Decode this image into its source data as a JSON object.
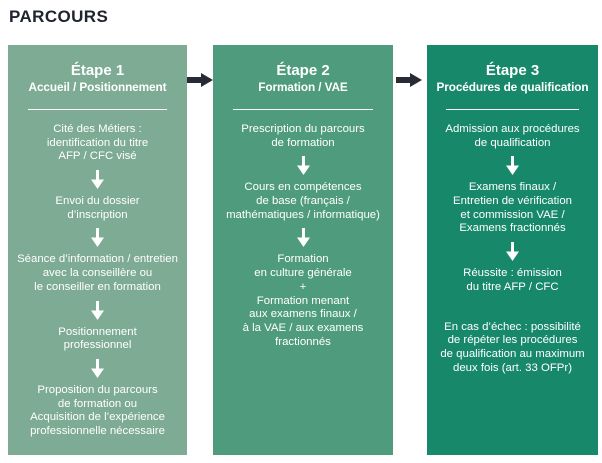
{
  "title": "PARCOURS",
  "colors": {
    "column1_bg": "#7dab93",
    "column2_bg": "#4f9b7e",
    "column3_bg": "#17896a",
    "title_text": "#20242e",
    "flow_arrow": "#262b35",
    "step_text": "#ffffff"
  },
  "icons": {
    "down_arrow": "↓",
    "flow_arrow": "→"
  },
  "columns": [
    {
      "id": "etape-1",
      "title": "Étape 1",
      "subtitle": "Accueil / Positionnement",
      "blocks": [
        {
          "type": "step",
          "text": "Cité des Métiers :\nidentification du titre\nAFP / CFC visé"
        },
        {
          "type": "arrow"
        },
        {
          "type": "step",
          "text": "Envoi du dossier\nd’inscription"
        },
        {
          "type": "arrow"
        },
        {
          "type": "step",
          "text": "Séance d’information / entretien\navec la conseillère ou\nle conseiller en formation"
        },
        {
          "type": "arrow"
        },
        {
          "type": "step",
          "text": "Positionnement\nprofessionnel"
        },
        {
          "type": "arrow"
        },
        {
          "type": "step",
          "text": "Proposition du parcours\nde formation ou\nAcquisition de l’expérience\nprofessionnelle nécessaire"
        }
      ]
    },
    {
      "id": "etape-2",
      "title": "Étape 2",
      "subtitle": "Formation / VAE",
      "blocks": [
        {
          "type": "step",
          "text": "Prescription du parcours\nde formation"
        },
        {
          "type": "arrow"
        },
        {
          "type": "step",
          "text": "Cours en compétences\nde base (français /\nmathématiques / informatique)"
        },
        {
          "type": "arrow"
        },
        {
          "type": "step",
          "text": "Formation\nen culture générale\n+\nFormation menant\naux examens finaux /\nà la VAE / aux examens\nfractionnés"
        }
      ]
    },
    {
      "id": "etape-3",
      "title": "Étape 3",
      "subtitle": "Procédures de qualification",
      "blocks": [
        {
          "type": "step",
          "text": "Admission aux procédures\nde qualification"
        },
        {
          "type": "arrow"
        },
        {
          "type": "step",
          "text": "Examens finaux /\nEntretien de vérification\net commission VAE /\nExamens fractionnés"
        },
        {
          "type": "arrow"
        },
        {
          "type": "step",
          "text": "Réussite : émission\ndu titre AFP / CFC"
        },
        {
          "type": "gap"
        },
        {
          "type": "step",
          "text": "En cas d’échec : possibilité\nde répéter les procédures\nde qualification au maximum\ndeux fois (art. 33 OFPr)"
        }
      ]
    }
  ]
}
